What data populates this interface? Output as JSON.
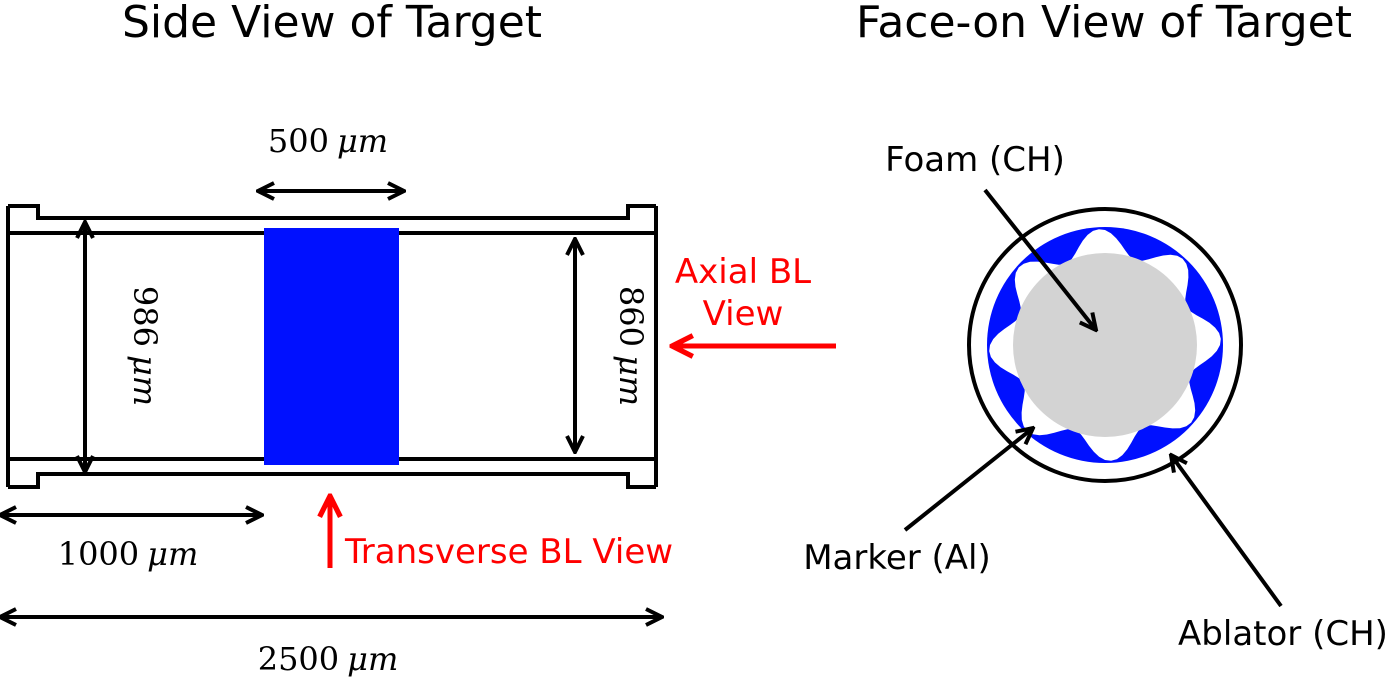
{
  "side_view": {
    "title": "Side View of Target",
    "dims": {
      "center_width": {
        "num": "500",
        "unit": "μm"
      },
      "left_inner_height": {
        "num": "986",
        "unit": "μm"
      },
      "right_inner_height": {
        "num": "860",
        "unit": "μm"
      },
      "left_offset": {
        "num": "1000",
        "unit": "μm"
      },
      "total_length": {
        "num": "2500",
        "unit": "μm"
      }
    },
    "transverse_label": "Transverse BL View"
  },
  "axial": {
    "line1": "Axial BL",
    "line2": "View"
  },
  "face_view": {
    "title": "Face-on View of Target",
    "labels": {
      "foam": "Foam (CH)",
      "marker": "Marker (Al)",
      "ablator": "Ablator (CH)"
    }
  },
  "colors": {
    "blue": "#0010ff",
    "red": "#ff0000",
    "foam_gray": "#d3d3d3",
    "line": "#000000"
  }
}
